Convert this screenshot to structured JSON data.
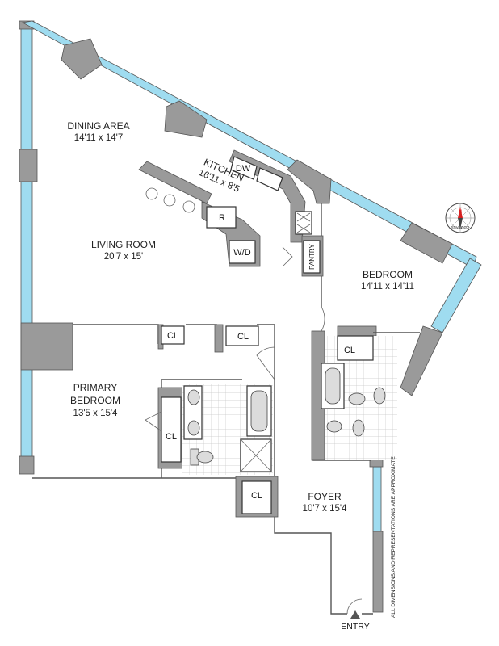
{
  "rooms": {
    "dining": {
      "name": "DINING AREA",
      "dims": "14'11 x 14'7"
    },
    "kitchen": {
      "name": "KITCHEN",
      "dims": "16'11 x 8'5"
    },
    "living": {
      "name": "LIVING ROOM",
      "dims": "20'7 x 15'"
    },
    "bedroom": {
      "name": "BEDROOM",
      "dims": "14'11 x 14'11"
    },
    "primary": {
      "name_line1": "PRIMARY",
      "name_line2": "BEDROOM",
      "dims": "13'5 x 15'4"
    },
    "foyer": {
      "name": "FOYER",
      "dims": "10'7 x 15'4"
    }
  },
  "labels": {
    "dw": "DW",
    "fridge": "R",
    "washer_dryer": "W/D",
    "pantry": "PANTRY",
    "closet": "CL",
    "entry": "ENTRY",
    "compass_north": "N",
    "compass_word": "COMPASS"
  },
  "disclaimer": "ALL DIMENSIONS AND REPRESENTATIONS ARE APPROXIMATE",
  "colors": {
    "wall": "#9a9a9a",
    "window": "#9fdcf0",
    "compass_north": "#d62020"
  }
}
